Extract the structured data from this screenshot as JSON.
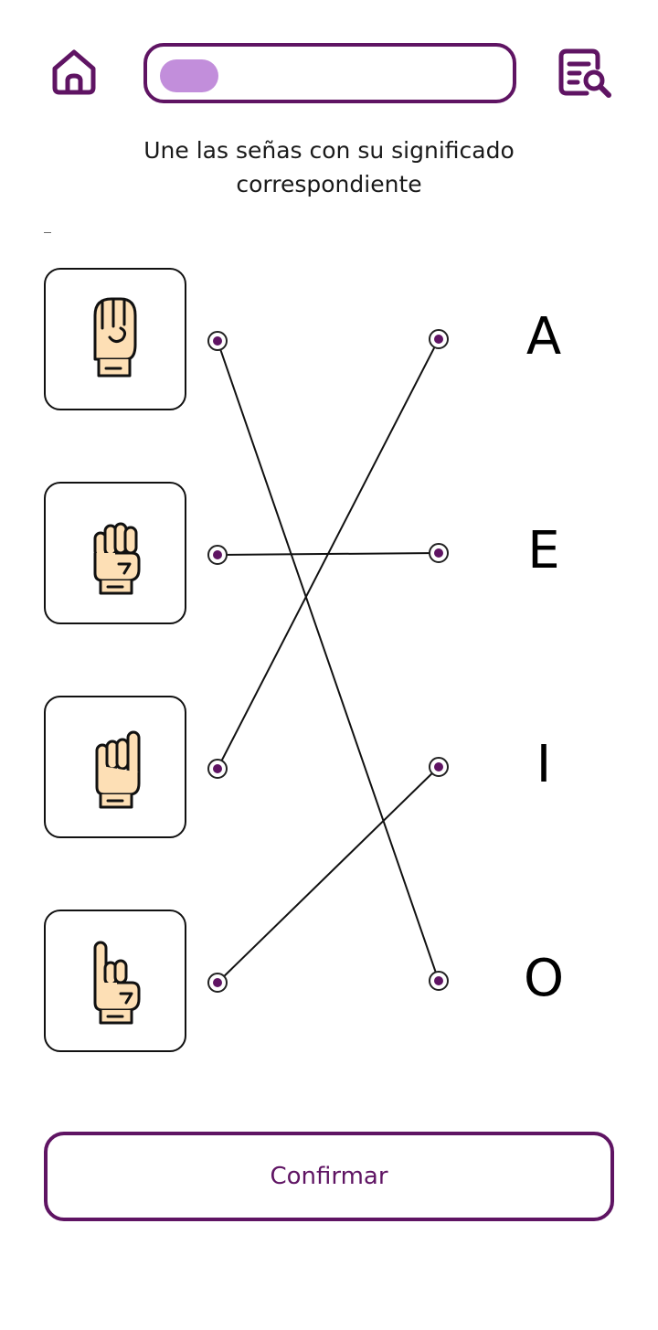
{
  "header": {
    "home_icon": "home-icon",
    "review_icon": "document-search-icon",
    "progress": 0.16
  },
  "instruction": "Une las señas con su significado correspondiente",
  "signs": [
    {
      "icon": "hand-sign-o-icon"
    },
    {
      "icon": "hand-sign-a-icon"
    },
    {
      "icon": "hand-sign-e-icon"
    },
    {
      "icon": "hand-sign-i-icon"
    }
  ],
  "letters": [
    "A",
    "E",
    "I",
    "O"
  ],
  "connections": [
    {
      "sign": 0,
      "letter": 3
    },
    {
      "sign": 1,
      "letter": 1
    },
    {
      "sign": 2,
      "letter": 0
    },
    {
      "sign": 3,
      "letter": 2
    }
  ],
  "confirm_label": "Confirmar",
  "colors": {
    "primary": "#5f1463",
    "progress_fill": "#c28edb",
    "skin": "#fddfb5"
  }
}
